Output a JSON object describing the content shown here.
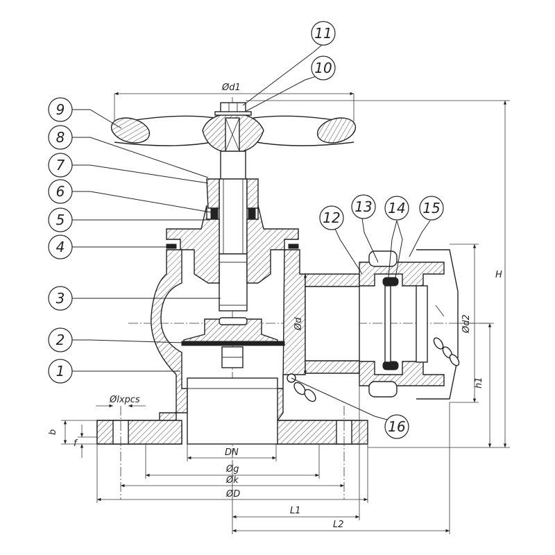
{
  "parts": [
    {
      "id": "1",
      "label": "1"
    },
    {
      "id": "2",
      "label": "2"
    },
    {
      "id": "3",
      "label": "3"
    },
    {
      "id": "4",
      "label": "4"
    },
    {
      "id": "5",
      "label": "5"
    },
    {
      "id": "6",
      "label": "6"
    },
    {
      "id": "7",
      "label": "7"
    },
    {
      "id": "8",
      "label": "8"
    },
    {
      "id": "9",
      "label": "9"
    },
    {
      "id": "10",
      "label": "10"
    },
    {
      "id": "11",
      "label": "11"
    },
    {
      "id": "12",
      "label": "12"
    },
    {
      "id": "13",
      "label": "13"
    },
    {
      "id": "14",
      "label": "14"
    },
    {
      "id": "15",
      "label": "15"
    },
    {
      "id": "16",
      "label": "16"
    }
  ],
  "dimensions": {
    "d1": "Ød1",
    "d": "Ød",
    "d2": "Ød2",
    "H": "H",
    "h1": "h1",
    "b": "b",
    "f": "f",
    "lxpcs": "Ølxpcs",
    "DN": "DN",
    "g": "Øg",
    "k": "Øk",
    "D": "ØD",
    "L1": "L1",
    "L2": "L2"
  },
  "colors": {
    "line": "#222222",
    "background": "#ffffff"
  }
}
